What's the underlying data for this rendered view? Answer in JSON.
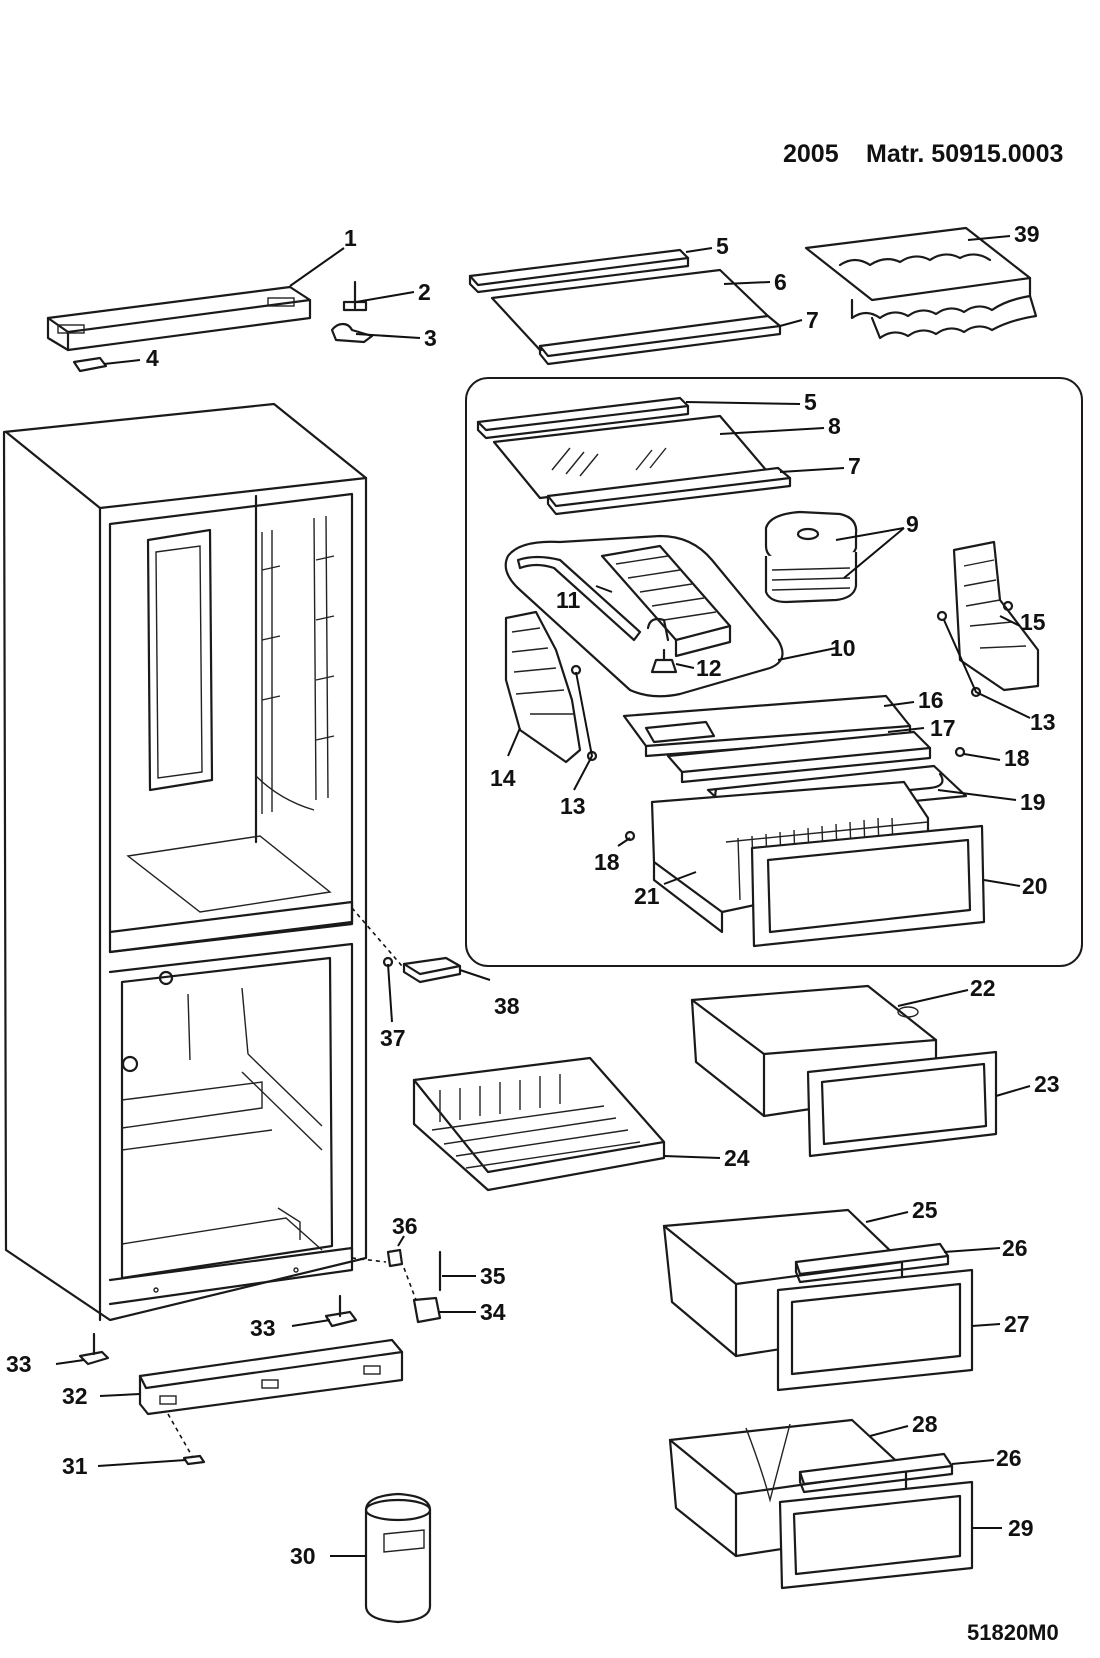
{
  "header": {
    "year": "2005",
    "matr": "Matr. 50915.0003"
  },
  "footer": {
    "code": "51820M0"
  },
  "callouts": {
    "c1": "1",
    "c2": "2",
    "c3": "3",
    "c4": "4",
    "c5a": "5",
    "c6": "6",
    "c7a": "7",
    "c39": "39",
    "c5b": "5",
    "c8": "8",
    "c7b": "7",
    "c9": "9",
    "c11": "11",
    "c10": "10",
    "c12": "12",
    "c15": "15",
    "c13a": "13",
    "c16": "16",
    "c17": "17",
    "c18a": "18",
    "c14": "14",
    "c13b": "13",
    "c19": "19",
    "c18b": "18",
    "c20": "20",
    "c21": "21",
    "c22": "22",
    "c23": "23",
    "c38": "38",
    "c37": "37",
    "c24": "24",
    "c25": "25",
    "c26a": "26",
    "c27": "27",
    "c36": "36",
    "c35": "35",
    "c33a": "33",
    "c34": "34",
    "c33b": "33",
    "c32": "32",
    "c31": "31",
    "c28": "28",
    "c26b": "26",
    "c29": "29",
    "c30": "30"
  }
}
